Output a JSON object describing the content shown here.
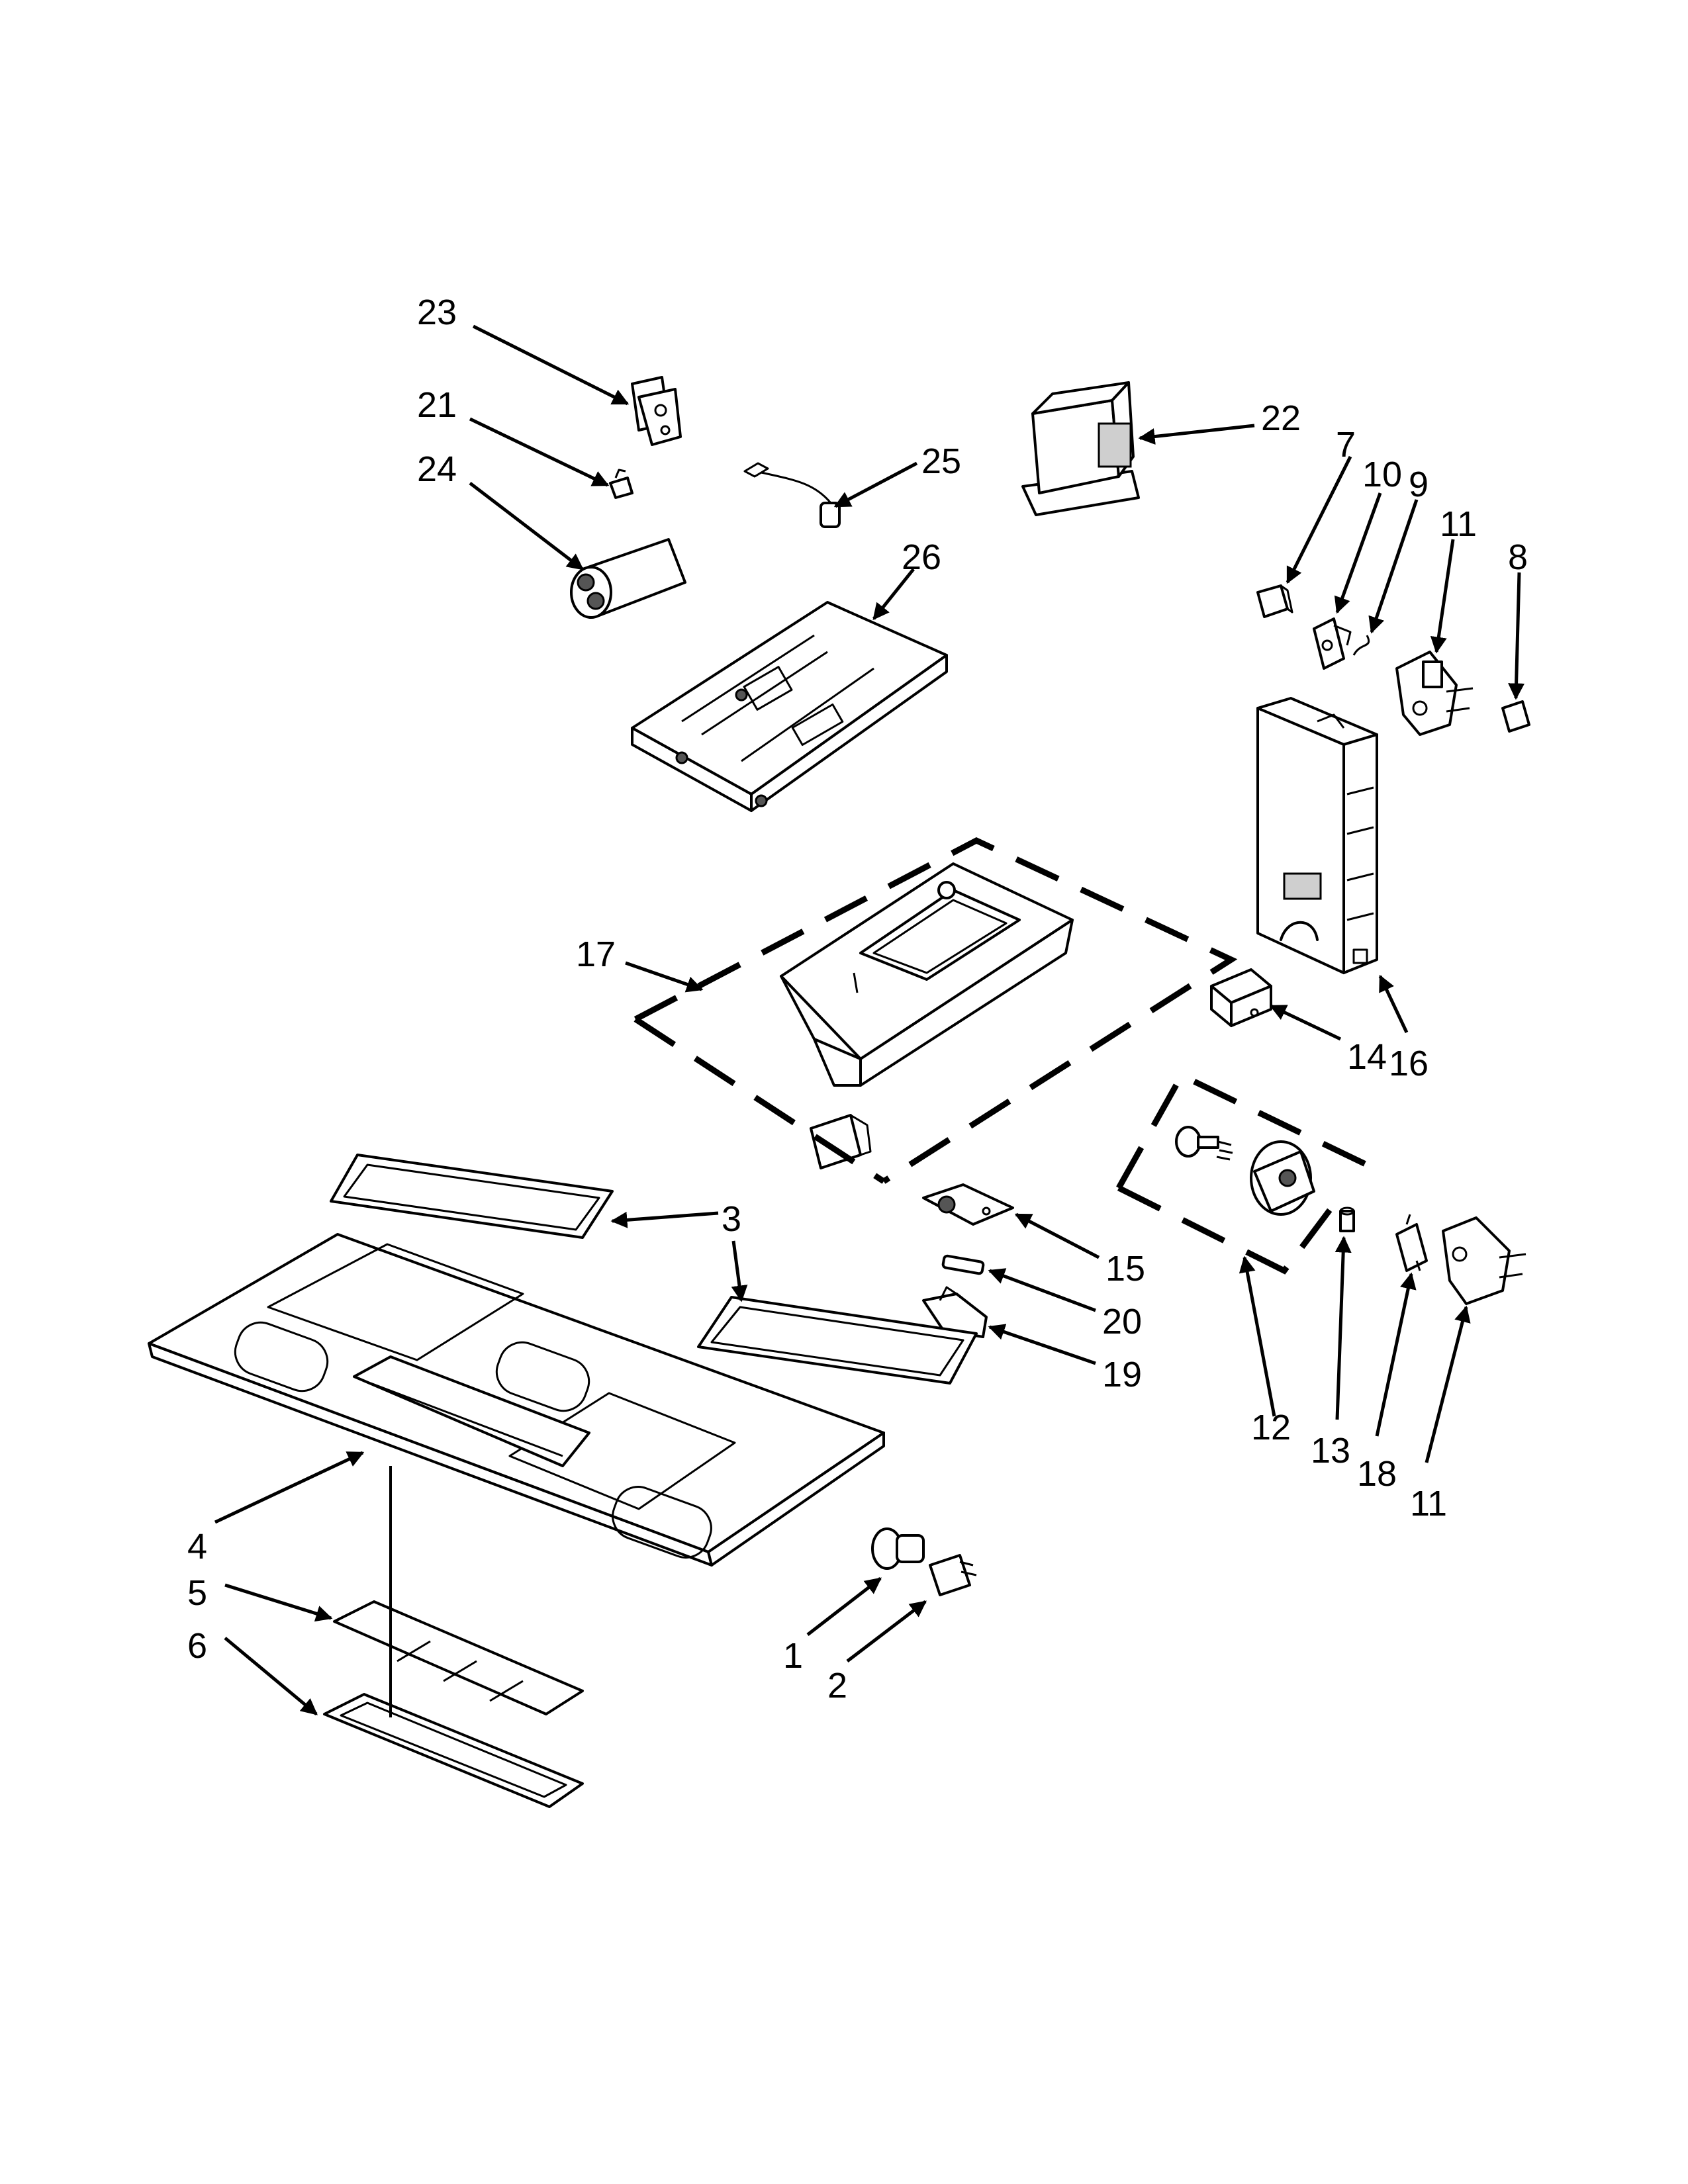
{
  "callouts": {
    "c1": "1",
    "c2": "2",
    "c3a": "3",
    "c4": "4",
    "c5": "5",
    "c6": "6",
    "c7": "7",
    "c8": "8",
    "c9": "9",
    "c10": "10",
    "c11a": "11",
    "c11b": "11",
    "c12": "12",
    "c13": "13",
    "c14": "14",
    "c15": "15",
    "c16": "16",
    "c17": "17",
    "c18": "18",
    "c19": "19",
    "c20": "20",
    "c21": "21",
    "c22": "22",
    "c23": "23",
    "c24": "24",
    "c25": "25",
    "c26": "26"
  },
  "colors": {
    "line": "#000000",
    "background": "#ffffff",
    "shade": "#cfcfcf"
  }
}
